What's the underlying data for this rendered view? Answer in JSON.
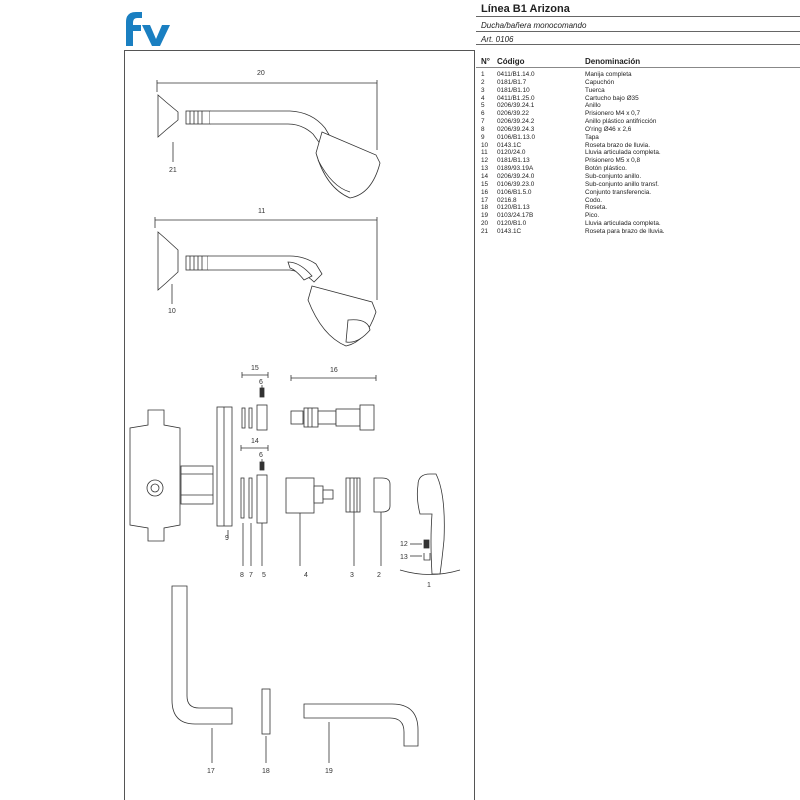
{
  "header": {
    "title": "Línea B1 Arizona",
    "subtitle": "Ducha/bañera monocomando",
    "article": "Art. 0106"
  },
  "brand": {
    "logo_text": "fv",
    "color": "#1a7fc1"
  },
  "table": {
    "headers": {
      "number": "N°",
      "code": "Código",
      "name": "Denominación"
    },
    "rows": [
      {
        "n": "1",
        "code": "0411/B1.14.0",
        "name": "Manija completa"
      },
      {
        "n": "2",
        "code": "0181/B1.7",
        "name": "Capuchón"
      },
      {
        "n": "3",
        "code": "0181/B1.10",
        "name": "Tuerca"
      },
      {
        "n": "4",
        "code": "0411/B1.25.0",
        "name": "Cartucho bajo Ø35"
      },
      {
        "n": "5",
        "code": "0206/39.24.1",
        "name": "Anillo"
      },
      {
        "n": "6",
        "code": "0206/39.22",
        "name": "Prisionero M4 x 0,7"
      },
      {
        "n": "7",
        "code": "0206/39.24.2",
        "name": "Anillo plástico antifricción"
      },
      {
        "n": "8",
        "code": "0206/39.24.3",
        "name": "O'ring Ø46 x 2,6"
      },
      {
        "n": "9",
        "code": "0106/B1.13.0",
        "name": "Tapa"
      },
      {
        "n": "10",
        "code": "0143.1C",
        "name": "Roseta brazo de lluvia."
      },
      {
        "n": "11",
        "code": "0120/24.0",
        "name": "Lluvia articulada completa."
      },
      {
        "n": "12",
        "code": "0181/B1.13",
        "name": "Prisionero M5 x 0,8"
      },
      {
        "n": "13",
        "code": "0189/93.19A",
        "name": "Botón plástico."
      },
      {
        "n": "14",
        "code": "0206/39.24.0",
        "name": "Sub-conjunto anillo."
      },
      {
        "n": "15",
        "code": "0106/39.23.0",
        "name": "Sub-conjunto anillo transf."
      },
      {
        "n": "16",
        "code": "0106/B1.5.0",
        "name": "Conjunto transferencia."
      },
      {
        "n": "17",
        "code": "0216.8",
        "name": "Codo."
      },
      {
        "n": "18",
        "code": "0120/B1.13",
        "name": "Roseta."
      },
      {
        "n": "19",
        "code": "0103/24.17B",
        "name": "Pico."
      },
      {
        "n": "20",
        "code": "0120/B1.0",
        "name": "Lluvia articulada completa."
      },
      {
        "n": "21",
        "code": "0143.1C",
        "name": "Roseta para brazo de lluvia."
      }
    ]
  },
  "diagram_labels": {
    "l1": "1",
    "l2": "2",
    "l3": "3",
    "l4": "4",
    "l5": "5",
    "l6a": "6",
    "l6b": "6",
    "l7": "7",
    "l8": "8",
    "l9": "9",
    "l10": "10",
    "l11": "11",
    "l12": "12",
    "l13": "13",
    "l14": "14",
    "l15": "15",
    "l16": "16",
    "l17": "17",
    "l18": "18",
    "l19": "19",
    "l20": "20",
    "l21": "21"
  }
}
